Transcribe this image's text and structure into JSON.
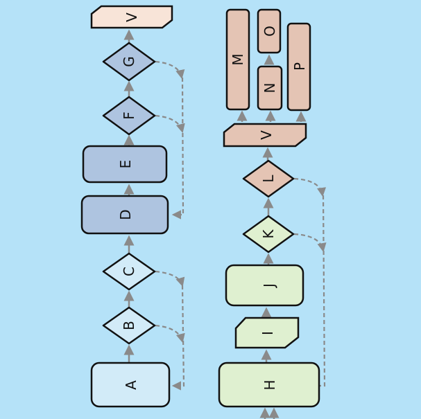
{
  "nodes": {
    "A": "A",
    "B": "B",
    "C": "C",
    "D": "D",
    "E": "E",
    "F": "F",
    "G": "G",
    "V1": "V",
    "H": "H",
    "I": "I",
    "J": "J",
    "K": "K",
    "L": "L",
    "V2": "V",
    "M": "M",
    "N": "N",
    "O": "O",
    "P": "P"
  },
  "colors": {
    "background": "#b5e2f8",
    "light_blue": "#d2ebf8",
    "steel_blue": "#aec4e0",
    "peach_light": "#f8e4d8",
    "green": "#dff0d0",
    "tan": "#e4c4b4",
    "edge": "#8a8a8a"
  }
}
